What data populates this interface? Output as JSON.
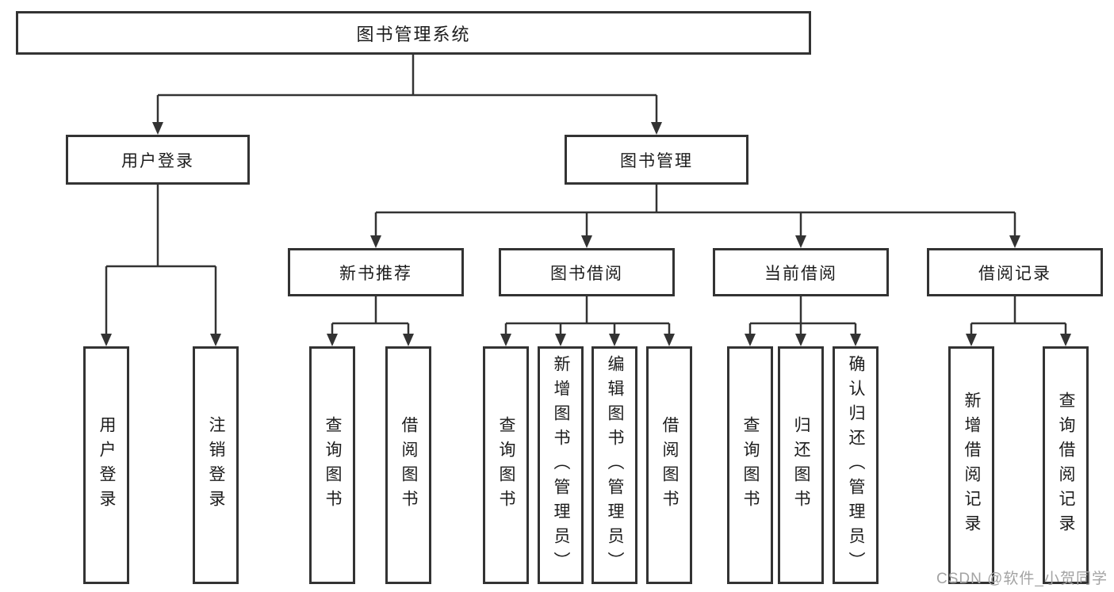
{
  "colors": {
    "line": "#333333",
    "text": "#1c1c1c",
    "watermark": "#a3a3a3",
    "background": "#ffffff"
  },
  "tree": {
    "root": {
      "label": "图书管理系统"
    },
    "branches": {
      "user_login": {
        "label": "用户登录",
        "children": [
          {
            "label": "用户登录"
          },
          {
            "label": "注销登录"
          }
        ]
      },
      "book_mgmt": {
        "label": "图书管理",
        "modules": {
          "new_book_rec": {
            "label": "新书推荐",
            "children": [
              {
                "label": "查询图书"
              },
              {
                "label": "借阅图书"
              }
            ]
          },
          "book_borrow": {
            "label": "图书借阅",
            "children": [
              {
                "label": "查询图书"
              },
              {
                "label": "新增图书（管理员）"
              },
              {
                "label": "编辑图书（管理员）"
              },
              {
                "label": "借阅图书"
              }
            ]
          },
          "current_borrow": {
            "label": "当前借阅",
            "children": [
              {
                "label": "查询图书"
              },
              {
                "label": "归还图书"
              },
              {
                "label": "确认归还（管理员）"
              }
            ]
          },
          "borrow_records": {
            "label": "借阅记录",
            "children": [
              {
                "label": "新增借阅记录"
              },
              {
                "label": "查询借阅记录"
              }
            ]
          }
        }
      }
    }
  },
  "watermark": {
    "text": "CSDN @软件_小贺同学"
  }
}
